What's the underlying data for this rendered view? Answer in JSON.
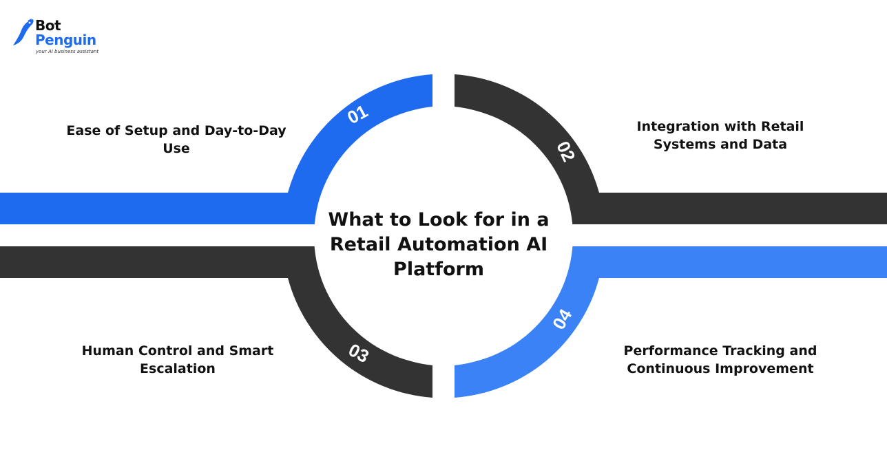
{
  "brand": {
    "name_line1": "Bot",
    "name_line2": "Penguin",
    "tagline": "your AI business assistant",
    "icon": "penguin-logo-icon"
  },
  "title": "What to Look for in a Retail Automation AI Platform",
  "steps": [
    {
      "number": "01",
      "label": "Ease of Setup and Day-to-Day Use",
      "color": "#1F6BEF"
    },
    {
      "number": "02",
      "label": "Integration with Retail Systems and Data",
      "color": "#333333"
    },
    {
      "number": "03",
      "label": "Human Control and Smart Escalation",
      "color": "#333333"
    },
    {
      "number": "04",
      "label": "Performance Tracking and Continuous Improvement",
      "color": "#3B82F6"
    }
  ],
  "colors": {
    "blue": "#1F6BEF",
    "light_blue": "#3B82F6",
    "dark": "#333333",
    "text": "#111111"
  }
}
